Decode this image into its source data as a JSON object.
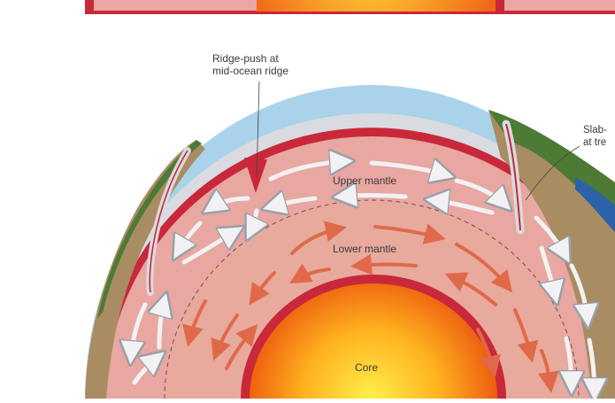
{
  "figure": {
    "labels": {
      "ridge_push_line1": "Ridge-push at",
      "ridge_push_line2": "mid-ocean ridge",
      "slab_pull_line1": "Slab-",
      "slab_pull_line2": "at tre",
      "upper_mantle": "Upper mantle",
      "lower_mantle": "Lower mantle",
      "core": "Core"
    },
    "colors": {
      "ocean": "#a9d3ea",
      "lithosphere": "#d9dbe0",
      "upper_mantle": "#e9a7a1",
      "lower_mantle": "#e7aa9d",
      "boundary_red": "#c8283a",
      "core_center": "#ffe14a",
      "core_edge": "#ee6a10",
      "land_green": "#4d7a35",
      "land_brown": "#a98c62",
      "arrow_white": "#f2f2f4",
      "arrow_orange": "#e0694a"
    }
  }
}
